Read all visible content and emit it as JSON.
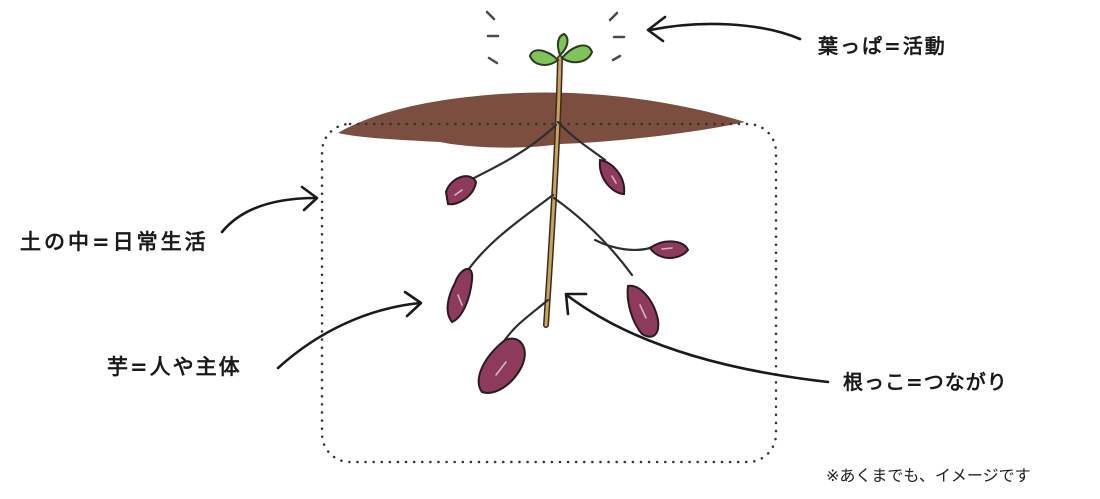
{
  "labels": {
    "leaf": "葉っぱ=活動",
    "soil": "土の中=日常生活",
    "imo": "芋=人や主体",
    "root": "根っこ=つながり"
  },
  "note": "※あくまでも、イメージです",
  "colors": {
    "soil": "#7b4e3f",
    "potato": "#8e3a5c",
    "potato_highlight": "#d7b3c1",
    "leaf": "#7fc45b",
    "stem": "#c9a25c",
    "line": "#1a1a1a"
  },
  "icons": [
    "sweet-potato-plant-illustration",
    "arrow-icon",
    "dotted-frame"
  ]
}
